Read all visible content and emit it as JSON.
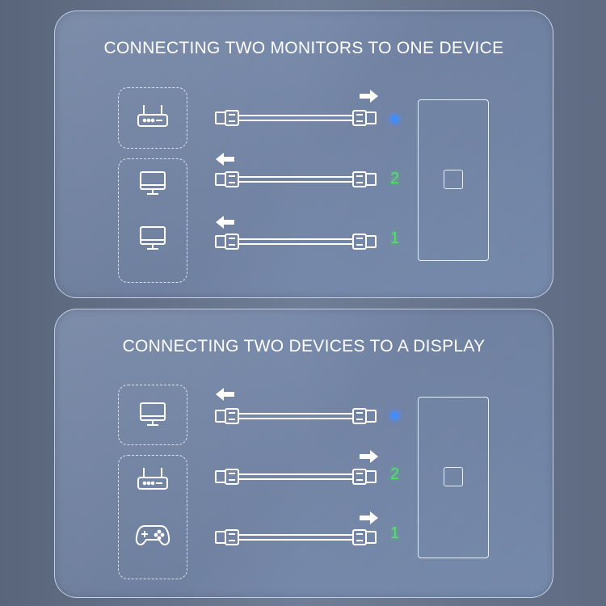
{
  "panels": [
    {
      "title": "CONNECTING TWO MONITORS TO ONE DEVICE",
      "ports": [
        {
          "label": "",
          "indicator": "blue-led",
          "direction": "to-switch",
          "device": "router-icon"
        },
        {
          "label": "2",
          "indicator": "number",
          "direction": "to-device",
          "device": "monitor-icon"
        },
        {
          "label": "1",
          "indicator": "number",
          "direction": "to-device",
          "device": "monitor-icon"
        }
      ]
    },
    {
      "title": "CONNECTING TWO DEVICES TO A DISPLAY",
      "ports": [
        {
          "label": "",
          "indicator": "blue-led",
          "direction": "to-device",
          "device": "monitor-icon"
        },
        {
          "label": "2",
          "indicator": "number",
          "direction": "to-switch",
          "device": "router-icon"
        },
        {
          "label": "1",
          "indicator": "number",
          "direction": "to-switch",
          "device": "gamepad-icon"
        }
      ]
    }
  ],
  "colors": {
    "led": "#3f8cff",
    "port_number": "#4fe36a",
    "line": "#ffffff"
  }
}
